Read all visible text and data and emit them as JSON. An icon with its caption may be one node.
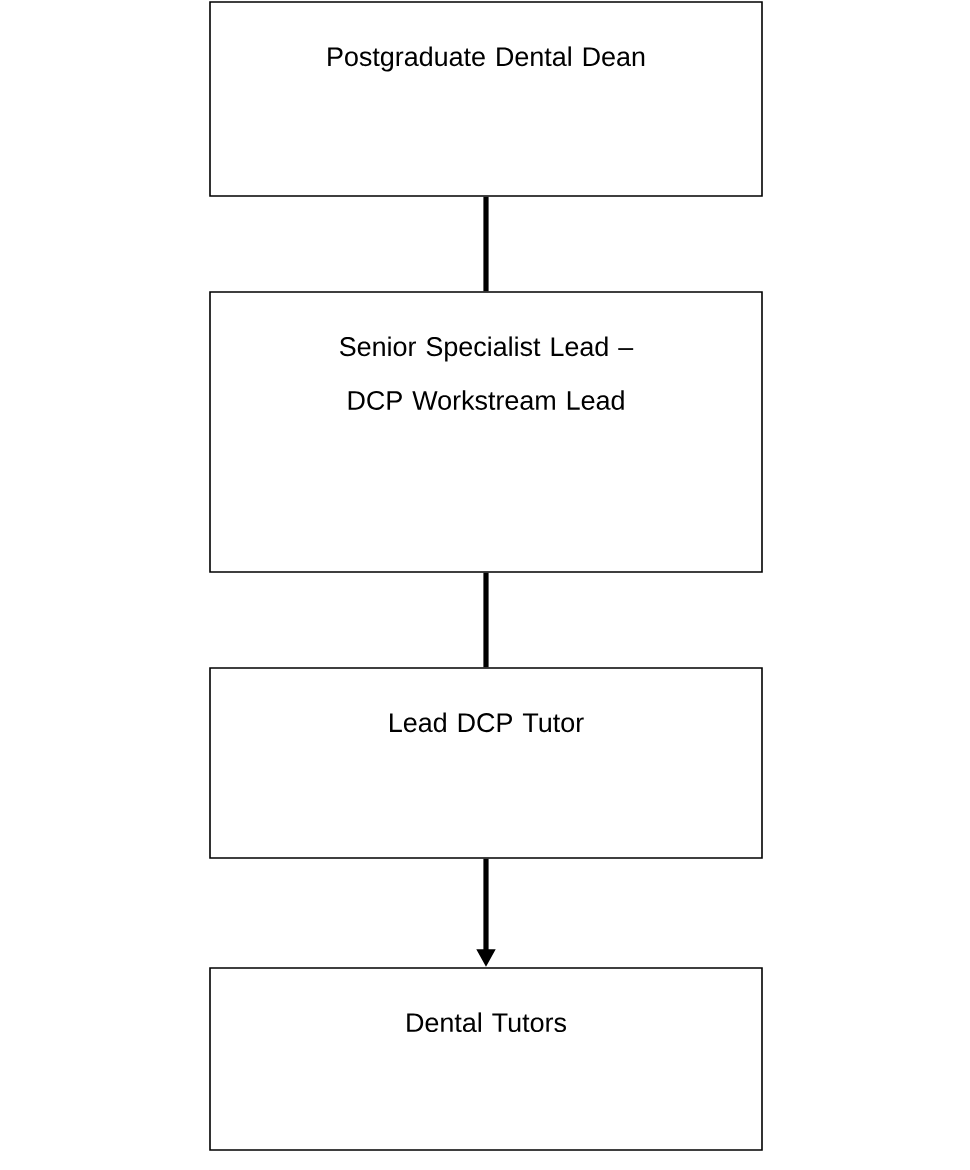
{
  "diagram": {
    "nodes": [
      {
        "text": [
          "Postgraduate Dental Dean"
        ]
      },
      {
        "text": [
          "Senior Specialist Lead – DCP Workstream Lead"
        ]
      },
      {
        "text": [
          "Lead DCP Tutor"
        ]
      },
      {
        "text": [
          "Dental Tutors"
        ]
      }
    ],
    "edges": [
      {
        "from": 0,
        "to": 1,
        "arrow": "none"
      },
      {
        "from": 1,
        "to": 2,
        "arrow": "none"
      },
      {
        "from": 2,
        "to": 3,
        "arrow": "to"
      }
    ]
  }
}
